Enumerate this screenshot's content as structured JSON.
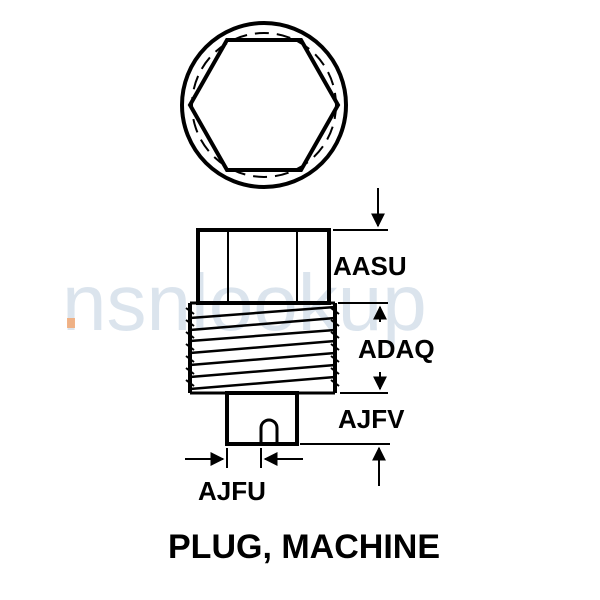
{
  "drawing": {
    "title": "PLUG, MACHINE",
    "dimensions": {
      "head_height": "AASU",
      "thread_length": "ADAQ",
      "pilot_length": "AJFV",
      "slot_width": "AJFU"
    }
  },
  "watermark": {
    "text": "nsnlookup",
    "color": "#bfcfe0",
    "dot_color": "#f2a46b"
  },
  "colors": {
    "line": "#000000",
    "background": "#ffffff"
  }
}
